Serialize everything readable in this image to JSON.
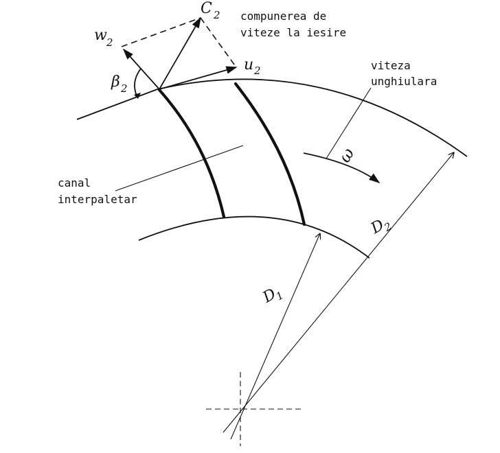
{
  "labels": {
    "velocity_composition_line1": "compunerea de",
    "velocity_composition_line2": "viteze la iesire",
    "angular_speed_line1": "viteza",
    "angular_speed_line2": "unghiulara",
    "channel_line1": "canal",
    "channel_line2": "interpaletar"
  },
  "symbols": {
    "c2_base": "C",
    "c2_sub": "2",
    "w2_base": "w",
    "w2_sub": "2",
    "u2_base": "u",
    "u2_sub": "2",
    "beta2_base": "β",
    "beta2_sub": "2",
    "omega": "ω",
    "d1_base": "D",
    "d1_sub": "1",
    "d2_base": "D",
    "d2_sub": "2"
  }
}
